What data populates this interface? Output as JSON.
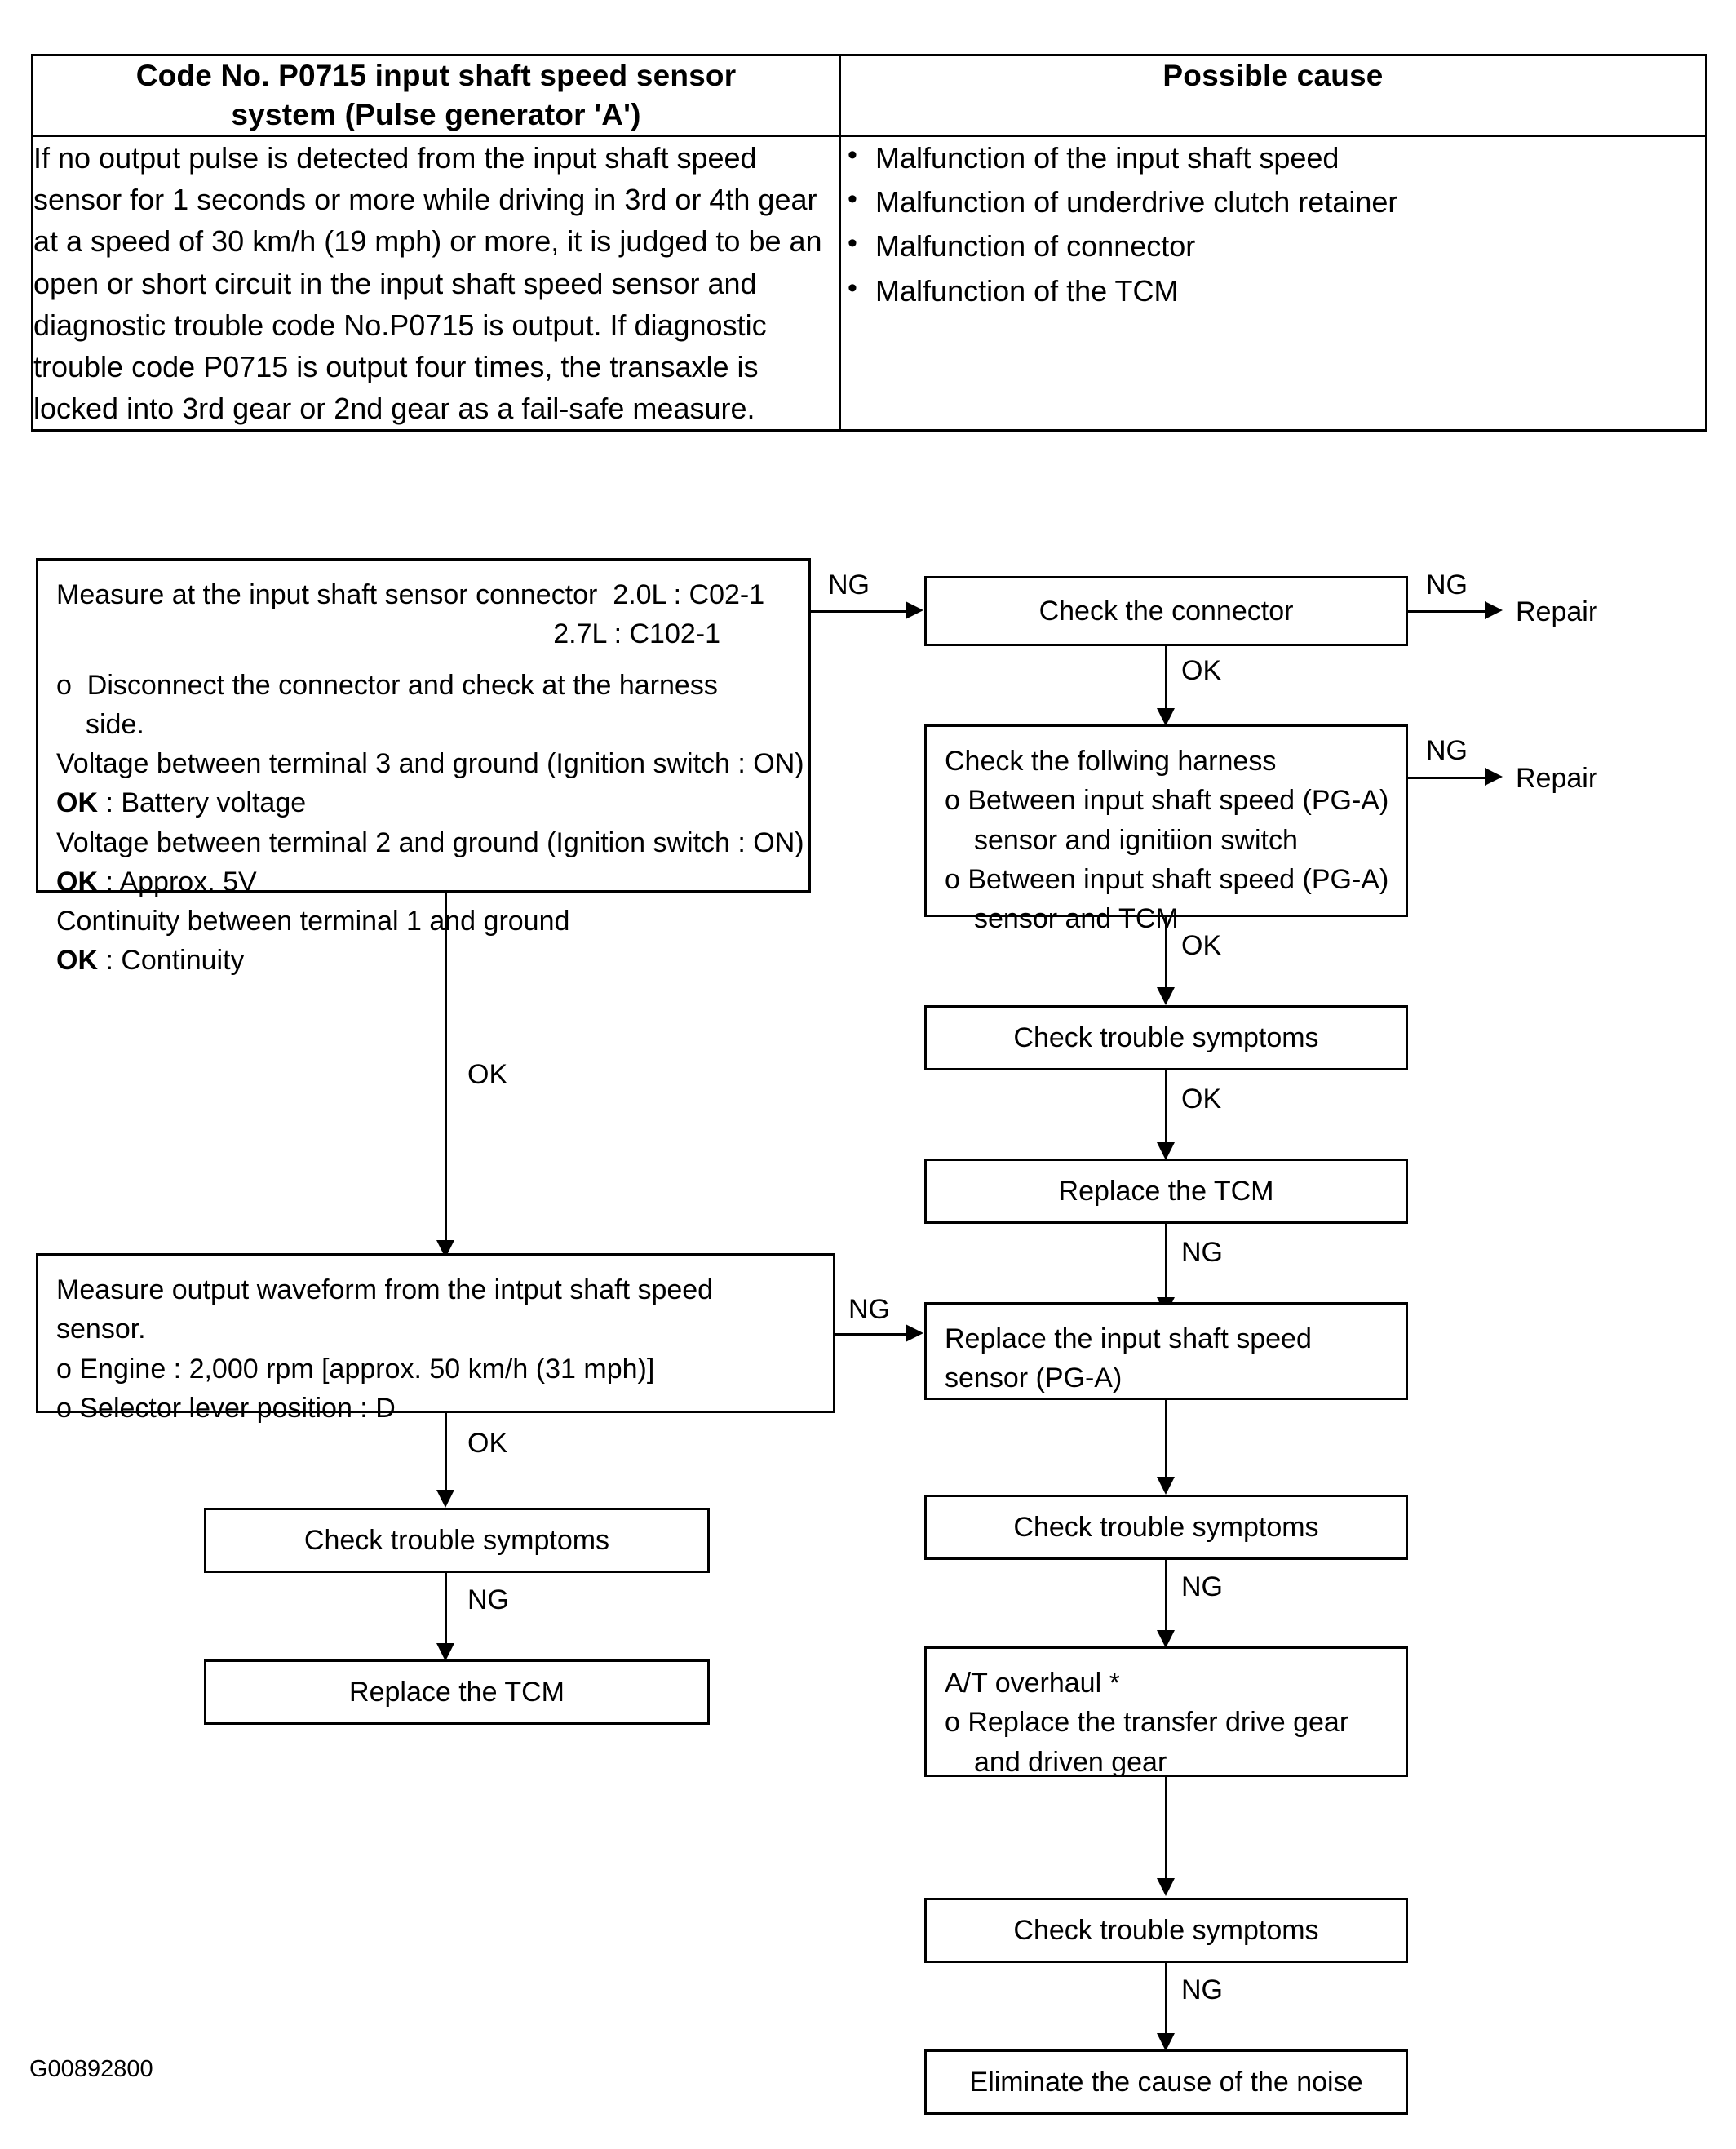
{
  "table": {
    "headers": {
      "code_line1": "Code No.  P0715 input shaft speed sensor",
      "code_line2": "system (Pulse generator 'A')",
      "possible_cause": "Possible cause"
    },
    "description": "If no output pulse is detected from the input shaft speed sensor for 1 seconds or more while driving in 3rd or 4th gear at a speed of 30 km/h (19 mph) or more, it is judged to be an open or short circuit in the input shaft speed sensor and diagnostic trouble code No.P0715 is output.  If diagnostic trouble code P0715 is output four times, the transaxle is locked into 3rd gear or 2nd gear as a fail-safe measure.",
    "causes": [
      "Malfunction of the input shaft speed",
      "Malfunction of underdrive clutch retainer",
      "Malfunction of connector",
      "Malfunction of the TCM"
    ]
  },
  "flow": {
    "measure_connector": {
      "title": "Measure at the input shaft sensor connector",
      "conn_20l": "2.0L : C02-1",
      "conn_27l": "2.7L : C102-1",
      "bullet1": "o  Disconnect the connector and check at the harness",
      "bullet1_cont": "side.",
      "line_v3": "Voltage between terminal 3 and ground (Ignition switch : ON)",
      "ok1_label": "OK",
      "ok1_value": " : Battery voltage",
      "line_v2": "Voltage between terminal 2 and ground (Ignition switch : ON)",
      "ok2_label": "OK",
      "ok2_value": " : Approx. 5V",
      "line_c1": "Continuity between terminal 1 and ground",
      "ok3_label": "OK",
      "ok3_value": " : Continuity"
    },
    "check_connector": "Check the connector",
    "repair_1": "Repair",
    "repair_2": "Repair",
    "check_harness": {
      "title": "Check the follwing harness",
      "b1_l1": "o Between input shaft speed (PG-A)",
      "b1_l2": "sensor and ignitiion switch",
      "b2_l1": "o Between input shaft speed (PG-A)",
      "b2_l2": "sensor and TCM"
    },
    "check_symptoms_r1": "Check trouble symptoms",
    "replace_tcm_r": "Replace the TCM",
    "measure_waveform": {
      "l1": "Measure output waveform from the intput shaft speed",
      "l2": "sensor.",
      "l3": "o Engine : 2,000 rpm [approx. 50 km/h (31 mph)]",
      "l4": "o Selector lever position : D"
    },
    "replace_sensor": {
      "l1": "Replace the input shaft speed",
      "l2": "sensor (PG-A)"
    },
    "check_symptoms_r2": "Check trouble symptoms",
    "at_overhaul": {
      "l1": "A/T overhaul *",
      "l2": "o Replace the transfer drive gear",
      "l3": "and driven gear"
    },
    "check_symptoms_r3": "Check trouble symptoms",
    "eliminate_noise": "Eliminate the cause of the noise",
    "check_symptoms_l": "Check trouble symptoms",
    "replace_tcm_l": "Replace the TCM",
    "labels": {
      "ng_1": "NG",
      "ng_2": "NG",
      "ok_1": "OK",
      "ng_3": "NG",
      "ok_2": "OK",
      "ok_3": "OK",
      "ng_4": "NG",
      "ok_main": "OK",
      "ng_5": "NG",
      "ok_left": "OK",
      "ng_left": "NG",
      "ng_6": "NG",
      "ng_7": "NG",
      "ng_8": "NG"
    }
  },
  "footer": {
    "code": "G00892800"
  }
}
